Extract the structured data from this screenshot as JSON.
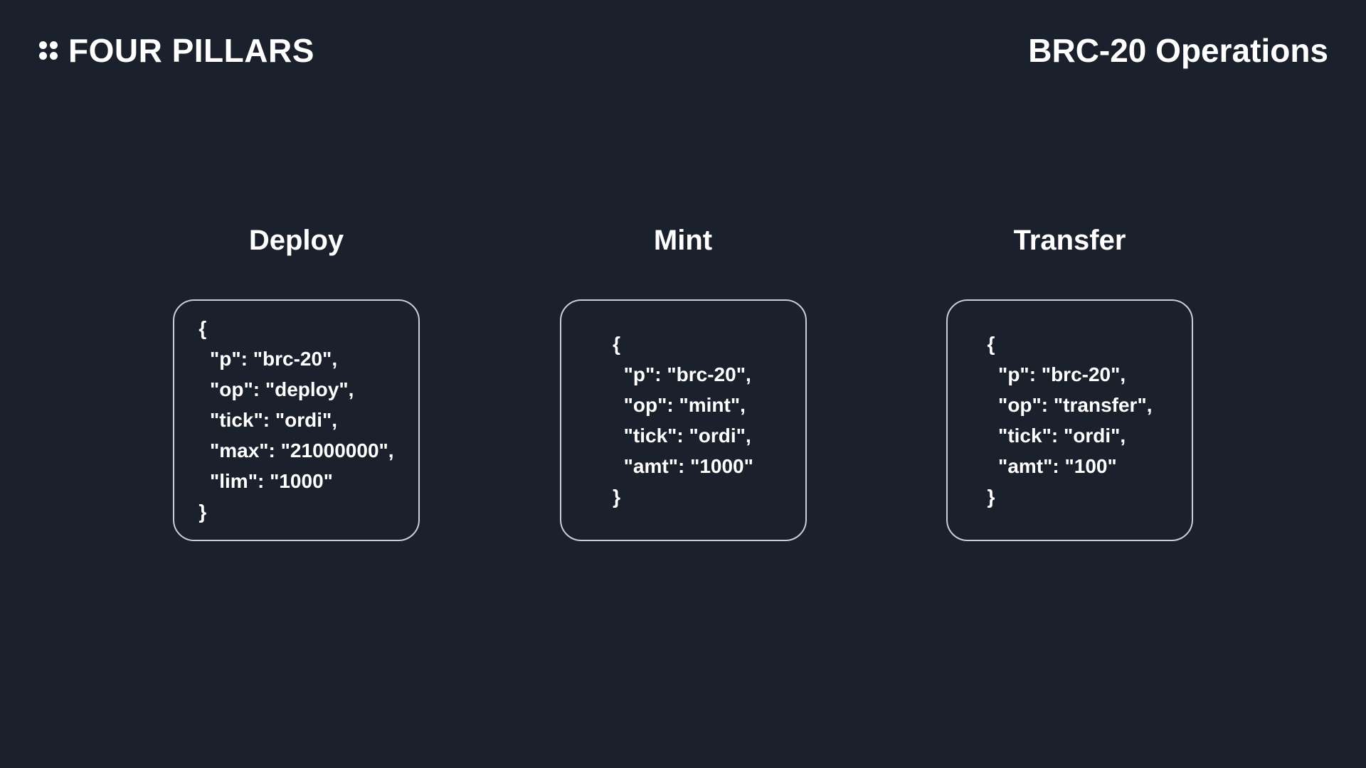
{
  "brand": {
    "name": "FOUR PILLARS",
    "logo_icon": "four-dots-icon"
  },
  "header": {
    "title": "BRC-20 Operations"
  },
  "cards": [
    {
      "heading": "Deploy",
      "code": "{\n  \"p\": \"brc-20\",\n  \"op\": \"deploy\",\n  \"tick\": \"ordi\",\n  \"max\": \"21000000\",\n  \"lim\": \"1000\"\n}"
    },
    {
      "heading": "Mint",
      "code": "{\n  \"p\": \"brc-20\",\n  \"op\": \"mint\",\n  \"tick\": \"ordi\",\n  \"amt\": \"1000\"\n}"
    },
    {
      "heading": "Transfer",
      "code": "{\n  \"p\": \"brc-20\",\n  \"op\": \"transfer\",\n  \"tick\": \"ordi\",\n  \"amt\": \"100\"\n}"
    }
  ],
  "colors": {
    "background": "#1b212c",
    "card_border": "#c9cfd7",
    "text": "#ffffff"
  }
}
